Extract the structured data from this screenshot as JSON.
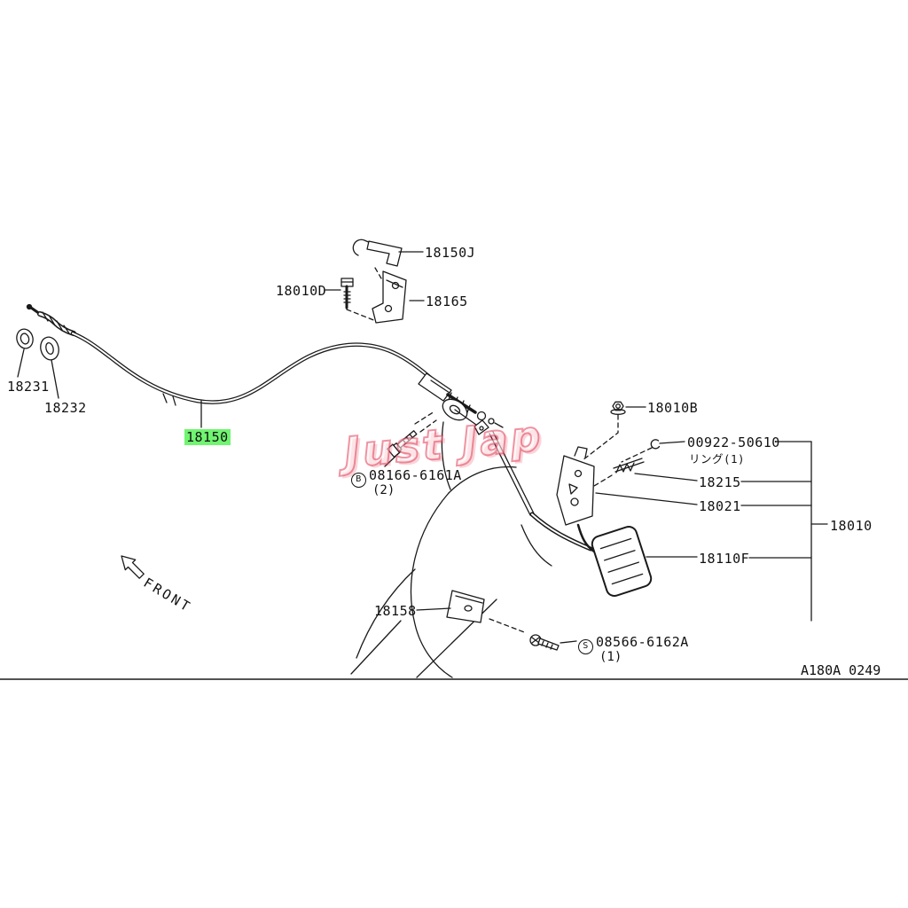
{
  "diagram": {
    "labels": {
      "l18150J": "18150J",
      "l18010D": "18010D",
      "l18165": "18165",
      "l18231": "18231",
      "l18232": "18232",
      "l18150": "18150",
      "b_prefix": "B",
      "b_number": "08166-6161A",
      "b_qty": "(2)",
      "l18010B": "18010B",
      "l00922": "00922-50610",
      "l00922_sub": "リング(1)",
      "l18215": "18215",
      "l18021": "18021",
      "l18010": "18010",
      "l18110F": "18110F",
      "l18158": "18158",
      "s_prefix": "S",
      "s_number": "08566-6162A",
      "s_qty": "(1)"
    },
    "annotations": {
      "front": "FRONT",
      "watermark": "Just Jap"
    },
    "footer": {
      "doc_code": "A180A 0249"
    },
    "colors": {
      "highlight_green": "#70f570",
      "line": "#1a1a1a",
      "watermark_pink": "#e23e57"
    }
  }
}
